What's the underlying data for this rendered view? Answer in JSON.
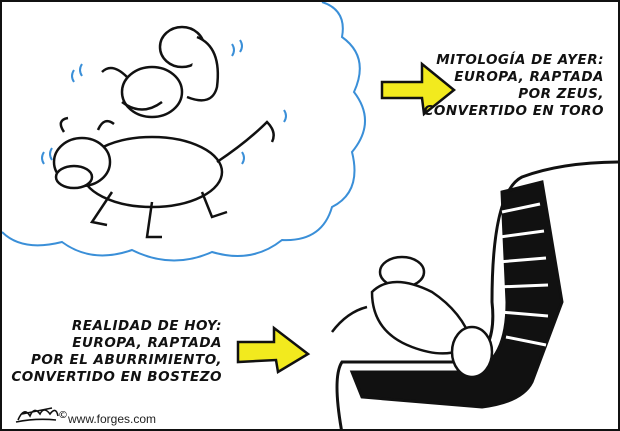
{
  "captions": {
    "top": [
      "MITOLOGÍA DE AYER:",
      "EUROPA, RAPTADA",
      "POR ZEUS,",
      "CONVERTIDO EN TORO"
    ],
    "bottom": [
      "REALIDAD DE HOY:",
      "EUROPA, RAPTADA",
      "POR EL ABURRIMIENTO,",
      "CONVERTIDO EN BOSTEZO"
    ]
  },
  "signature": "Forges",
  "copyright_symbol": "©",
  "url": "www.forges.com",
  "colors": {
    "arrow": "#f2ea1e",
    "motion_lines": "#3a8fd8",
    "ink": "#111111"
  }
}
